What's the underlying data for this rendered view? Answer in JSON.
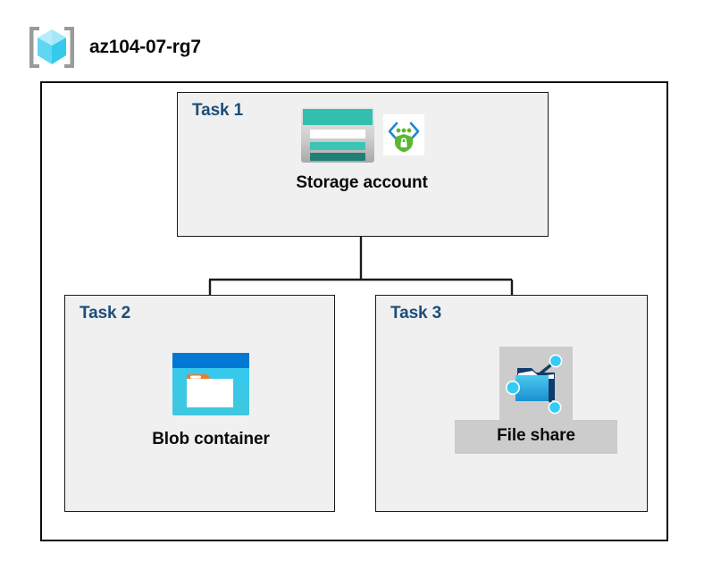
{
  "resource_group": {
    "name": "az104-07-rg7",
    "icon": "resource-group-cube-icon"
  },
  "tasks": [
    {
      "id": "task-1",
      "label": "Task 1",
      "node": {
        "caption": "Storage account",
        "icons": [
          "storage-account-icon",
          "secure-endpoint-shield-icon"
        ]
      }
    },
    {
      "id": "task-2",
      "label": "Task 2",
      "node": {
        "caption": "Blob container",
        "icons": [
          "blob-container-icon"
        ]
      }
    },
    {
      "id": "task-3",
      "label": "Task 3",
      "node": {
        "caption": "File share",
        "icons": [
          "file-share-folder-icon"
        ]
      }
    }
  ],
  "connections": [
    {
      "from": "Storage account",
      "to": "Blob container"
    },
    {
      "from": "Storage account",
      "to": "File share"
    }
  ],
  "colors": {
    "task_label": "#1b4e79",
    "task_box_fill": "#f0f0f0",
    "task_box_border": "#1a1a1a",
    "boundary_border": "#0d0d0d",
    "connector": "#1a1a1a",
    "storage_teal": "#33bfb0",
    "storage_teal_dark": "#1f7f76",
    "blob_blue": "#0078d4",
    "blob_cyan": "#32c8f0",
    "blob_orange": "#f07b28",
    "shield_green": "#5bb832",
    "bracket_blue": "#1f86d8",
    "fileshare_plate": "#cccccc",
    "cube_cyan": "#8fe3f7",
    "bracket_gray": "#9a9a9a"
  }
}
